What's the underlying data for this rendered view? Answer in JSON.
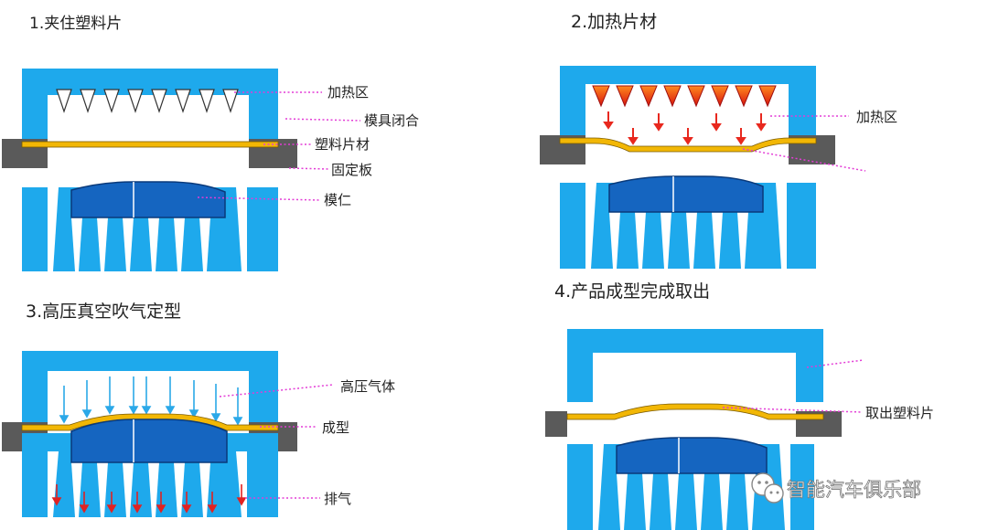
{
  "colors": {
    "mold_blue": "#1EA9EC",
    "core_blue": "#1565C0",
    "core_edge": "#0A3A7A",
    "plate_gray": "#5A5A5A",
    "sheet_yellow": "#F2B705",
    "leader_magenta": "#E33BD6",
    "heat_red": "#E8281E",
    "air_blue": "#2BA8E8",
    "exhaust_red": "#E02222"
  },
  "steps": [
    {
      "title": "1.夹住塑料片",
      "labels": [
        "加热区",
        "模具闭合",
        "塑料片材",
        "固定板",
        "模仁"
      ]
    },
    {
      "title": "2.加热片材",
      "labels": [
        "加热区"
      ]
    },
    {
      "title": "3.高压真空吹气定型",
      "labels": [
        "高压气体",
        "成型",
        "排气"
      ]
    },
    {
      "title": "4.产品成型完成取出",
      "labels": [
        "取出塑料片"
      ]
    }
  ],
  "watermark": {
    "text": "智能汽车俱乐部",
    "icon": "wechat-icon"
  }
}
